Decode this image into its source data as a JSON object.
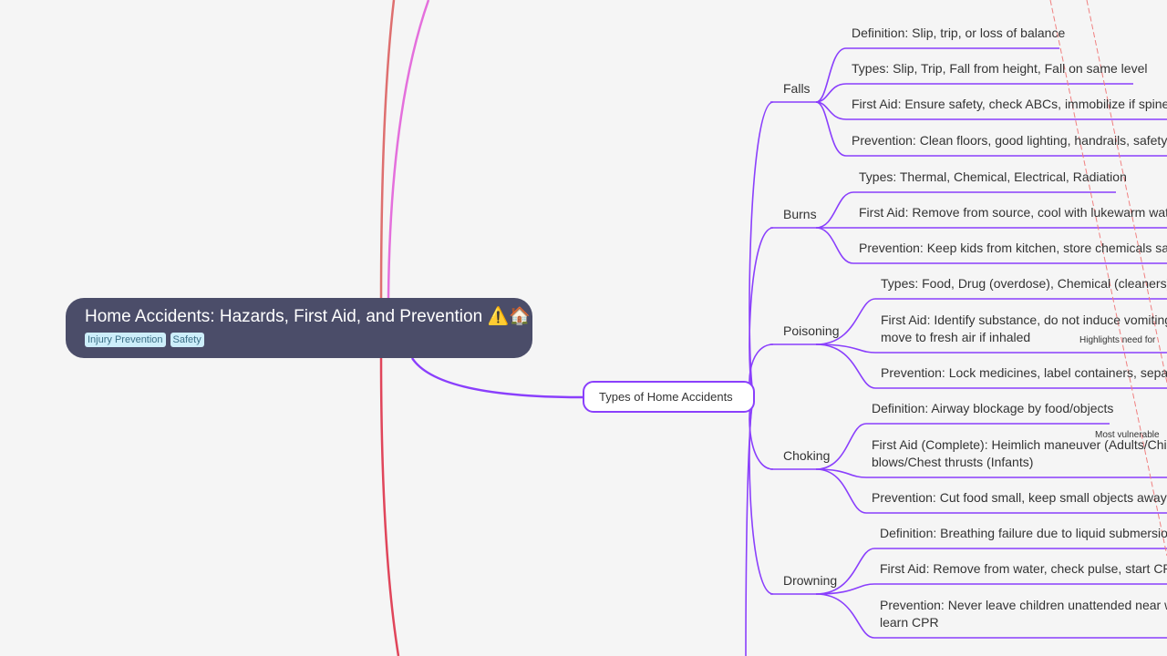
{
  "root": {
    "title": "Home Accidents: Hazards, First Aid, and Prevention",
    "emoji": "⚠️🏠",
    "tags": [
      "Injury Prevention",
      "Safety"
    ]
  },
  "branch": {
    "label": "Types of Home Accidents"
  },
  "categories": [
    {
      "label": "Falls",
      "leaves": [
        "Definition: Slip, trip, or loss of balance",
        "Types: Slip, Trip, Fall from height, Fall on same level",
        "First Aid: Ensure safety, check ABCs, immobilize if spine inj",
        "Prevention: Clean floors, good lighting, handrails, safety ga"
      ]
    },
    {
      "label": "Burns",
      "leaves": [
        "Types: Thermal, Chemical, Electrical, Radiation",
        "First Aid: Remove from source, cool with lukewarm water",
        "Prevention: Keep kids from kitchen, store chemicals safel"
      ]
    },
    {
      "label": "Poisoning",
      "leaves": [
        "Types: Food, Drug (overdose), Chemical (cleaners), G",
        "First Aid: Identify substance, do not induce vomiting (\nmove to fresh air if inhaled",
        "Prevention: Lock medicines, label containers, separa"
      ]
    },
    {
      "label": "Choking",
      "leaves": [
        "Definition: Airway blockage by food/objects",
        "First Aid (Complete): Heimlich maneuver (Adults/Childr\nblows/Chest thrusts (Infants)",
        "Prevention: Cut food small, keep small objects away fr"
      ]
    },
    {
      "label": "Drowning",
      "leaves": [
        "Definition: Breathing failure due to liquid submersion",
        "First Aid: Remove from water, check pulse, start CPR i",
        "Prevention: Never leave children unattended near wa\nlearn CPR"
      ]
    }
  ],
  "notes": [
    "Highlights need for",
    "Most vulnerable"
  ],
  "colors": {
    "branch": "#8a3ffc",
    "root_bg": "#4b4d69",
    "red": "#e0455a",
    "pink": "#e46fdc",
    "dash": "#f08080"
  }
}
